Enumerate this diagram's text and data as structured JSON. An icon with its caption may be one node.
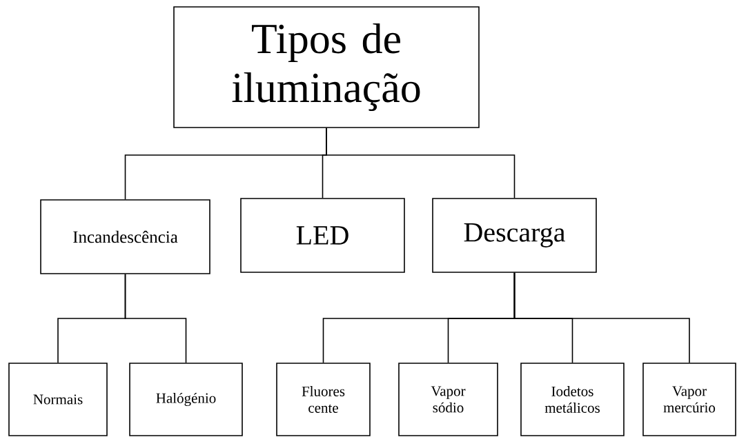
{
  "diagram": {
    "nodes": [
      {
        "text": [
          "Tipos de iluminação"
        ]
      },
      {
        "text": [
          "Incandescência"
        ]
      },
      {
        "text": [
          "LED"
        ]
      },
      {
        "text": [
          "Descarga"
        ]
      },
      {
        "text": [
          "Normais"
        ]
      },
      {
        "text": [
          "Halógénio"
        ]
      },
      {
        "text": [
          "Fluores cente"
        ]
      },
      {
        "text": [
          "Vapor sódio"
        ]
      },
      {
        "text": [
          "Iodetos metálicos"
        ]
      },
      {
        "text": [
          "Vapor mercúrio"
        ]
      }
    ],
    "edges": [
      {
        "from": 0,
        "to": 1,
        "arrow": "none"
      },
      {
        "from": 0,
        "to": 2,
        "arrow": "none"
      },
      {
        "from": 0,
        "to": 3,
        "arrow": "none"
      },
      {
        "from": 1,
        "to": 4,
        "arrow": "none"
      },
      {
        "from": 1,
        "to": 5,
        "arrow": "none"
      },
      {
        "from": 3,
        "to": 6,
        "arrow": "none"
      },
      {
        "from": 3,
        "to": 7,
        "arrow": "none"
      },
      {
        "from": 3,
        "to": 8,
        "arrow": "none"
      },
      {
        "from": 3,
        "to": 9,
        "arrow": "none"
      }
    ]
  }
}
